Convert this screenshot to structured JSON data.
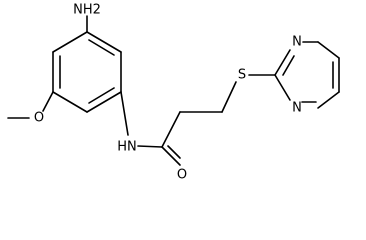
{
  "molecule": {
    "atoms": {
      "amine": "NH2",
      "methoxy_oxygen": "O",
      "amide_nitrogen": "HN",
      "carbonyl_oxygen": "O",
      "sulfur": "S",
      "pyrimidine_n1": "N",
      "pyrimidine_n3": "N"
    }
  }
}
